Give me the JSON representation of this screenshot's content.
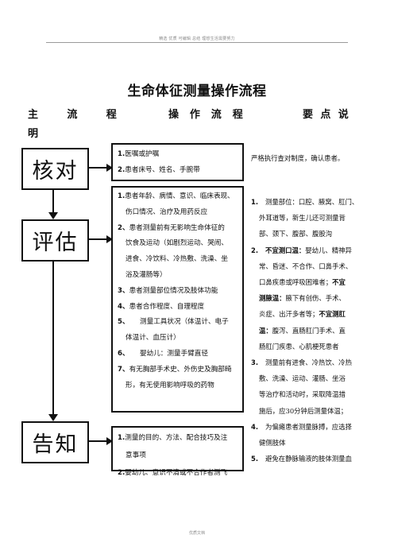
{
  "header": {
    "text": "精选    优质    可编辑    总结    理想生活需要努力"
  },
  "title": "生命体征测量操作流程",
  "columns": {
    "main": "主流程",
    "main_tail": "明",
    "operation": "操作流程",
    "keypoints": "要点说"
  },
  "flow": {
    "verify": "核对",
    "assess": "评估",
    "inform": "告知"
  },
  "verify_steps": [
    {
      "num": "1.",
      "text": "医嘱或护嘱"
    },
    {
      "num": "2.",
      "text": "患者床号、姓名、手腕带"
    }
  ],
  "verify_note": "严格执行查对制度，确认患者。",
  "assess_steps": [
    {
      "num": "1.",
      "text": "患者年龄、病情、意识、临床表现、",
      "cont": "伤口情况、治疗及用药反应"
    },
    {
      "num": "2、",
      "text": "患者测量前有无影响生命体征的",
      "cont": "饮食及运动（如剧烈运动、哭闹、",
      "cont2": "进食、冷饮料、冷热敷、洗澡、坐",
      "cont3": "浴及灌肠等）"
    },
    {
      "num": "3、",
      "text": "患者测量部位情况及肢体功能"
    },
    {
      "num": "4、",
      "text": "患者合作程度、自理程度"
    },
    {
      "num": "5、",
      "text": "测量工具状况（体温计、电子",
      "cont": "体温计、血压计）"
    },
    {
      "num": "6、",
      "text": "婴幼儿：测量手臂直径"
    },
    {
      "num": "7、",
      "text": "有无胸部手术史、外伤史及胸部畸",
      "cont": "形，有无使用影响呼吸的药物"
    }
  ],
  "inform_steps": [
    {
      "num": "1.",
      "text": "测量的目的、方法、配合技巧及注",
      "cont": "意事项"
    },
    {
      "num": "2.",
      "text": "婴幼儿、意识不清或不合作者测飞"
    }
  ],
  "keypoints": {
    "k1_num": "1.",
    "k1_l1": "测量部位：口腔、腋窝、肛门、",
    "k1_l2": "外耳道等，新生儿还可测量背",
    "k1_l3": "部、颈下、腹部、腹股沟",
    "k2_num": "2.",
    "k2_b1": "不宜测口温：",
    "k2_l1": "婴幼儿、精神异",
    "k2_l2": "常、昏迷、不合作、口鼻手术、",
    "k2_l3": "口鼻疾患或呼吸困难者；",
    "k2_b2": "不宜",
    "k2_b3": "测腋温：",
    "k2_l4": "腋下有创伤、手术、",
    "k2_l5": "炎症、出汗多者等；",
    "k2_b4": "不宜测肛",
    "k2_b5": "温：",
    "k2_l6": "腹泻、直肠肛门手术、直",
    "k2_l7": "肠肛门疾患、心肌梗死患者",
    "k3_num": "3.",
    "k3_l1": "测量前有进食、冷热饮、冷热",
    "k3_l2": "敷、洗澡、运动、灌肠、坐浴",
    "k3_l3": "等治疗和活动时，采取降温措",
    "k3_l4": "施后，应30分钟后测量体温；",
    "k4_num": "4.",
    "k4_l1": "为偏瘫患者测量脉搏，应选择",
    "k4_l2": "健侧肢体",
    "k5_num": "5.",
    "k5_l1": "避免在静脉输液的肢体测量血"
  },
  "footer": {
    "text": "优质文档"
  }
}
